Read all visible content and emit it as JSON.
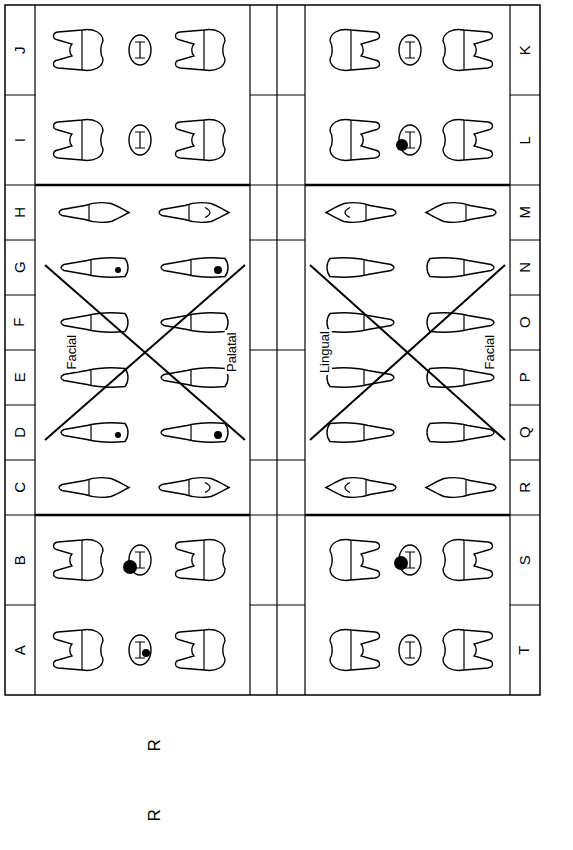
{
  "diagram": {
    "labels": [
      "A",
      "B",
      "C",
      "D",
      "E",
      "F",
      "G",
      "H",
      "I",
      "J",
      "Facial",
      "Palatal",
      "Lingual",
      "Facial",
      "K",
      "L",
      "M",
      "N",
      "O",
      "P",
      "Q",
      "R",
      "S",
      "T",
      "R",
      "R"
    ]
  }
}
